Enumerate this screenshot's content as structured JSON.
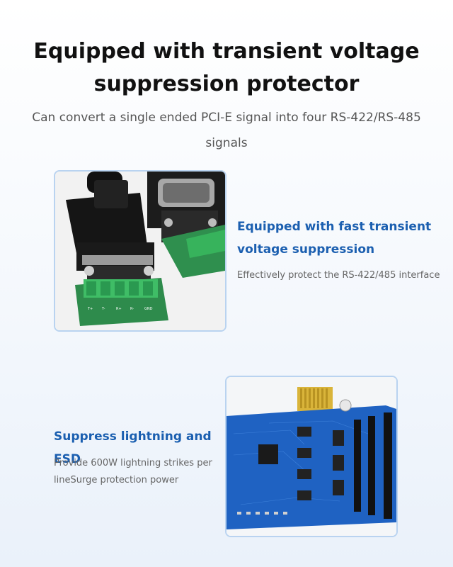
{
  "heading": {
    "title": "Equipped with transient voltage suppression protector",
    "subtitle": "Can convert a single ended PCI-E signal into four RS-422/RS-485 signals"
  },
  "features": [
    {
      "title": "Equipped with fast transient voltage suppression",
      "description": "Effectively protect the RS-422/485 interface"
    },
    {
      "title": "Suppress lightning and ESD",
      "description": "Provide 600W lightning strikes per lineSurge protection power"
    }
  ],
  "images": {
    "connector": {
      "pin_labels": [
        "T+",
        "T-",
        "R+",
        "R-",
        "GND"
      ]
    }
  },
  "colors": {
    "accent": "#1b5fb0",
    "board_blue": "#1f62c2",
    "terminal_green": "#37b35c",
    "frame": "#b9d3f0"
  }
}
